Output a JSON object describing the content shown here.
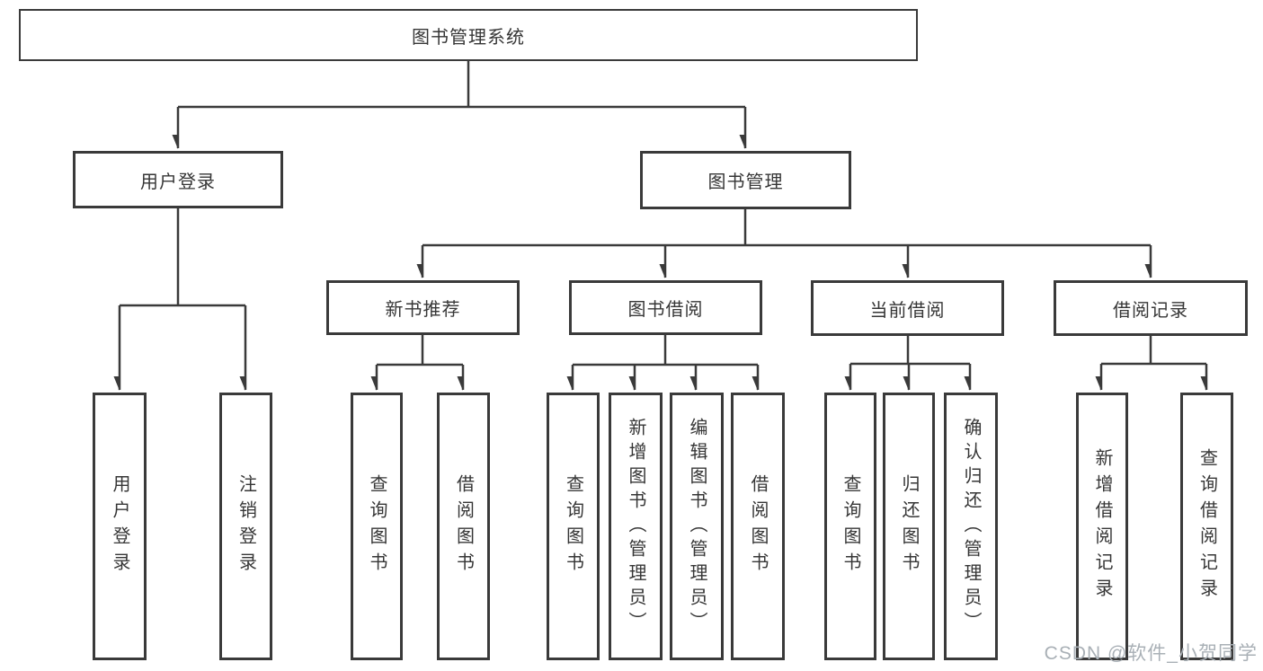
{
  "tree": {
    "root": "图书管理系统",
    "branches": {
      "user_login": {
        "label": "用户登录",
        "children": [
          "用户登录",
          "注销登录"
        ]
      },
      "book_mgmt": {
        "label": "图书管理",
        "sections": {
          "new_book": {
            "label": "新书推荐",
            "children": [
              "查询图书",
              "借阅图书"
            ]
          },
          "book_borrow": {
            "label": "图书借阅",
            "children": [
              "查询图书",
              "新增图书（管理员）",
              "编辑图书（管理员）",
              "借阅图书"
            ]
          },
          "current_borrow": {
            "label": "当前借阅",
            "children": [
              "查询图书",
              "归还图书",
              "确认归还（管理员）"
            ]
          },
          "borrow_record": {
            "label": "借阅记录",
            "children": [
              "新增借阅记录",
              "查询借阅记录"
            ]
          }
        }
      }
    }
  },
  "watermark": "CSDN @软件_小贺同学",
  "colors": {
    "line": "#3a3a3a",
    "text": "#363636",
    "watermark": "#a9b0b6"
  }
}
